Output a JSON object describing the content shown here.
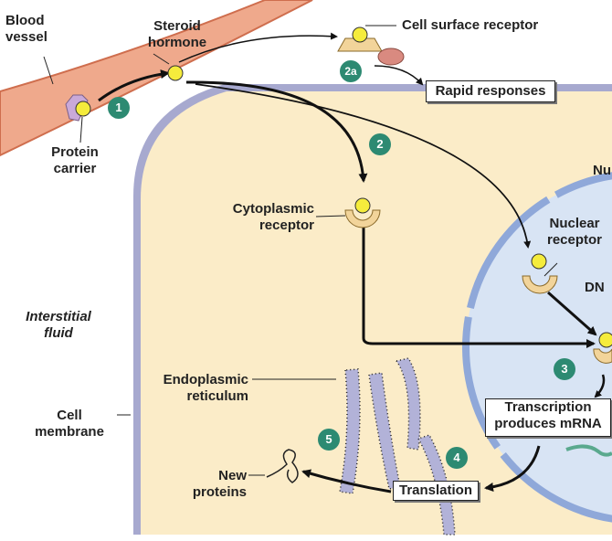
{
  "labels": {
    "blood_vessel": "Blood vessel",
    "steroid_hormone": "Steroid hormone",
    "protein_carrier": "Protein carrier",
    "cell_surface_receptor": "Cell surface receptor",
    "rapid_responses": "Rapid responses",
    "cytoplasmic_receptor": "Cytoplasmic receptor",
    "nucleus_fragment": "Nu",
    "nuclear_receptor": "Nuclear receptor",
    "dna_fragment": "DN",
    "interstitial_fluid": "Interstitial fluid",
    "endoplasmic_reticulum": "Endoplasmic reticulum",
    "cell_membrane": "Cell membrane",
    "transcription": "Transcription produces mRNA",
    "translation": "Translation",
    "new_proteins": "New proteins"
  },
  "steps": [
    "1",
    "2",
    "2a",
    "3",
    "4",
    "5"
  ],
  "colors": {
    "background": "#ffffff",
    "cytoplasm": "#fbecc8",
    "membrane": "#a7a9cf",
    "vessel_fill": "#efa98c",
    "vessel_edge": "#cf6e4e",
    "nucleus_fill": "#d8e4f4",
    "nucleus_edge": "#8fa8d9",
    "hormone": "#f5ec3c",
    "receptor": "#f2d49a",
    "protein_carrier": "#c9a9d8",
    "rapid_enzyme": "#d98a80",
    "er": "#b2b2d8",
    "mrna": "#5aa98e",
    "step_badge": "#2d8a72",
    "arrow": "#111111"
  }
}
